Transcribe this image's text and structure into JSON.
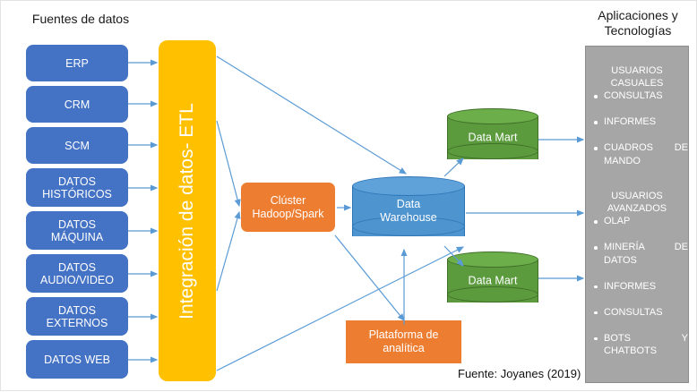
{
  "headers": {
    "sources": "Fuentes de datos",
    "apps": "Aplicaciones y\nTecnologías"
  },
  "colors": {
    "source_box": "#4472C4",
    "etl_bar": "#FFC000",
    "cluster": "#ED7D31",
    "warehouse": "#4E95D0",
    "data_mart": "#5B9B3E",
    "panel": "#A6A6A6",
    "arrow": "#5B9BD5"
  },
  "sources": [
    {
      "label": "ERP"
    },
    {
      "label": "CRM"
    },
    {
      "label": "SCM"
    },
    {
      "label": "DATOS\nHISTÓRICOS"
    },
    {
      "label": "DATOS\nMÁQUINA"
    },
    {
      "label": "DATOS\nAUDIO/VIDEO"
    },
    {
      "label": "DATOS\nEXTERNOS"
    },
    {
      "label": "DATOS WEB"
    }
  ],
  "etl": {
    "label": "Integración de datos- ETL"
  },
  "cluster": {
    "label": "Clúster\nHadoop/Spark"
  },
  "warehouse": {
    "label": "Data\nWarehouse"
  },
  "data_mart_top": {
    "label": "Data Mart"
  },
  "data_mart_bottom": {
    "label": "Data Mart"
  },
  "analytics": {
    "label": "Plataforma de\nanalítica"
  },
  "applications": {
    "groups": [
      {
        "title": "USUARIOS\nCASUALES",
        "items": [
          "CONSULTAS",
          "INFORMES",
          "CUADROS DE MANDO"
        ]
      },
      {
        "title": "USUARIOS\nAVANZADOS",
        "items": [
          "OLAP",
          "MINERÍA DE DATOS",
          "INFORMES",
          "CONSULTAS",
          "BOTS Y CHATBOTS"
        ]
      }
    ]
  },
  "source_note": "Fuente: Joyanes (2019)"
}
